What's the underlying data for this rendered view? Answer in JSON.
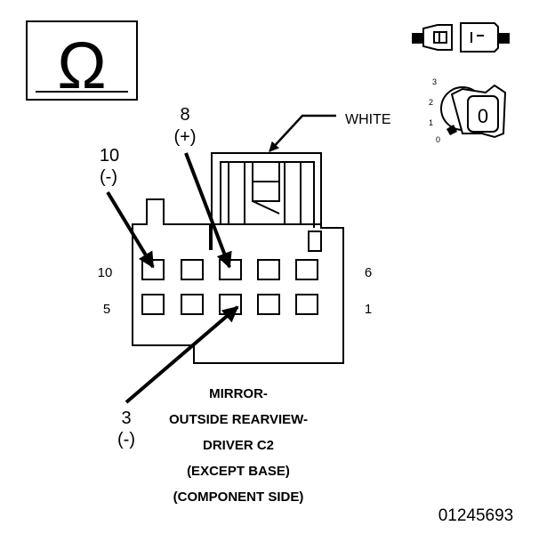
{
  "ohm_symbol": "Ω",
  "wire_color_label": "WHITE",
  "callouts": {
    "pin10": {
      "number": "10",
      "sign": "(-)"
    },
    "pin8": {
      "number": "8",
      "sign": "(+)"
    },
    "pin3": {
      "number": "3",
      "sign": "(-)"
    }
  },
  "row_labels": {
    "top_left": "10",
    "top_right": "6",
    "bottom_left": "5",
    "bottom_right": "1"
  },
  "key_positions": [
    "3",
    "2",
    "1",
    "0"
  ],
  "key_label": "0",
  "caption_lines": [
    "MIRROR-",
    "OUTSIDE REARVIEW-",
    "DRIVER C2",
    "(EXCEPT BASE)",
    "(COMPONENT SIDE)"
  ],
  "figure_id": "01245693"
}
